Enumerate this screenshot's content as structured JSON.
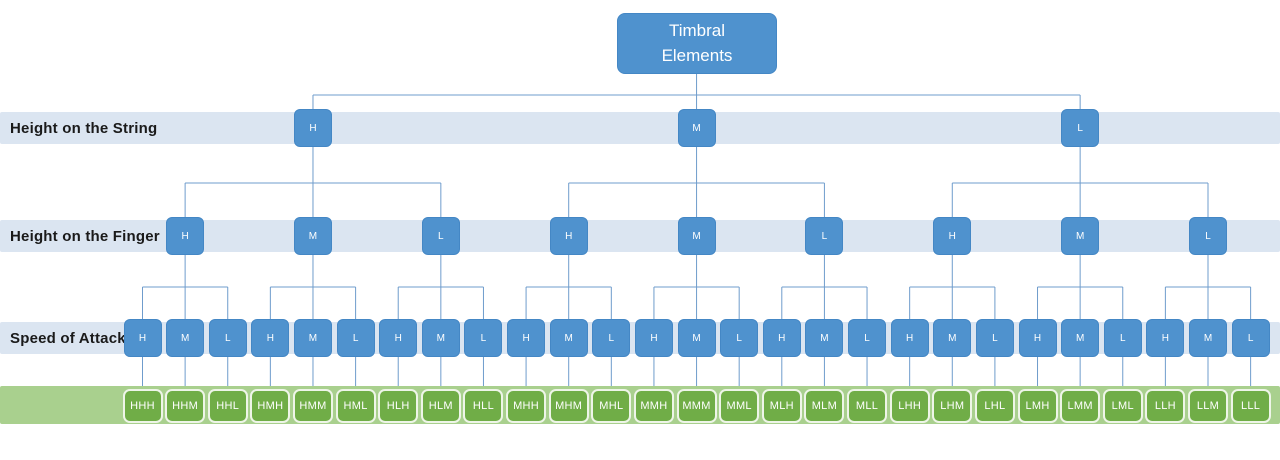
{
  "root": {
    "label": "Timbral Elements"
  },
  "rows": [
    {
      "label": "Height on the String",
      "nodes": [
        "H",
        "M",
        "L"
      ]
    },
    {
      "label": "Height on the Finger",
      "nodes": [
        "H",
        "M",
        "L",
        "H",
        "M",
        "L",
        "H",
        "M",
        "L"
      ]
    },
    {
      "label": "Speed of Attack",
      "nodes": [
        "H",
        "M",
        "L",
        "H",
        "M",
        "L",
        "H",
        "M",
        "L",
        "H",
        "M",
        "L",
        "H",
        "M",
        "L",
        "H",
        "M",
        "L",
        "H",
        "M",
        "L",
        "H",
        "M",
        "L",
        "H",
        "M",
        "L"
      ]
    }
  ],
  "leaves": [
    "HHH",
    "HHM",
    "HHL",
    "HMH",
    "HMM",
    "HML",
    "HLH",
    "HLM",
    "HLL",
    "MHH",
    "MHM",
    "MHL",
    "MMH",
    "MMM",
    "MML",
    "MLH",
    "MLM",
    "MLL",
    "LHH",
    "LHM",
    "LHL",
    "LMH",
    "LMM",
    "LML",
    "LLH",
    "LLM",
    "LLL"
  ],
  "colors": {
    "node_blue": "#4f92ce",
    "band_blue": "#dbe5f1",
    "leaf_green": "#70ad47",
    "leaf_band_green": "#a9d08e",
    "connector": "#6f9ccc",
    "node_text": "#ffffff",
    "label_text": "#1a1a1a"
  }
}
